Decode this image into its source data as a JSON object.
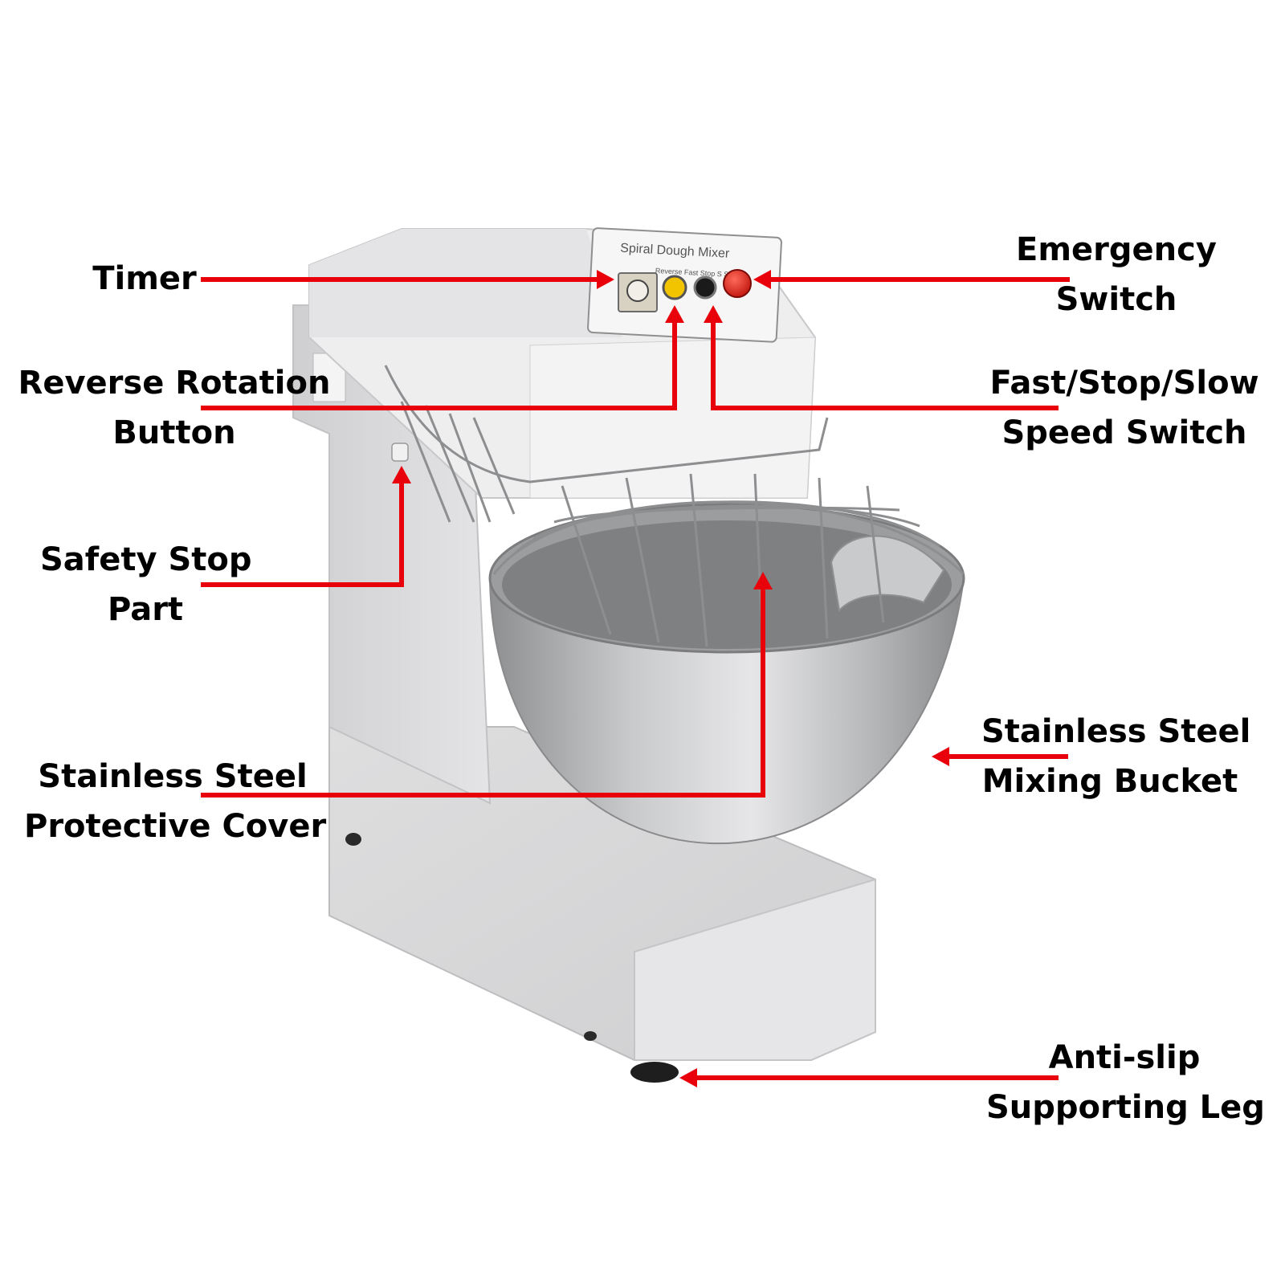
{
  "machine": {
    "panel_title": "Spiral Dough Mixer",
    "panel_sub": "Reverse  Fast Stop  S  Slow"
  },
  "callouts": [
    {
      "id": "timer",
      "lines": [
        "Timer"
      ]
    },
    {
      "id": "emergency",
      "lines": [
        "Emergency",
        "Switch"
      ]
    },
    {
      "id": "reverse",
      "lines": [
        "Reverse Rotation",
        "Button"
      ]
    },
    {
      "id": "speed",
      "lines": [
        "Fast/Stop/Slow",
        "Speed Switch"
      ]
    },
    {
      "id": "safety",
      "lines": [
        "Safety Stop",
        "Part"
      ]
    },
    {
      "id": "cover",
      "lines": [
        "Stainless Steel",
        "Protective Cover"
      ]
    },
    {
      "id": "bucket",
      "lines": [
        "Stainless Steel",
        "Mixing Bucket"
      ]
    },
    {
      "id": "leg",
      "lines": [
        "Anti-slip",
        "Supporting Leg"
      ]
    }
  ],
  "colors": {
    "arrow": "#e8000b",
    "body": "#d9d9db",
    "body_light": "#ececee",
    "steel": "#a8a9ab",
    "button_yellow": "#f2c400",
    "button_red": "#e0241b",
    "button_black": "#1a1a1a"
  }
}
